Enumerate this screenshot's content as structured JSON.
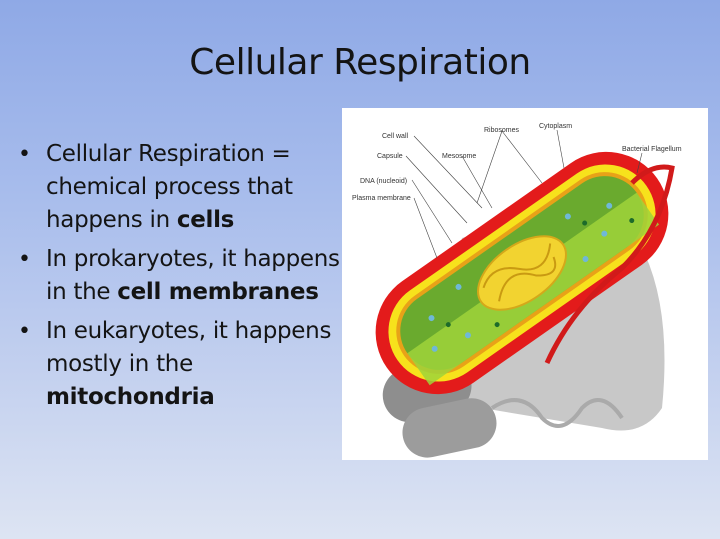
{
  "slide": {
    "title": "Cellular Respiration",
    "bullets": [
      {
        "pre": "Cellular Respiration = chemical process that happens in ",
        "bold": "cells",
        "post": ""
      },
      {
        "pre": "In prokaryotes, it happens in the ",
        "bold": "cell membranes",
        "post": ""
      },
      {
        "pre": "In eukaryotes, it happens mostly in the ",
        "bold": "mitochondria",
        "post": ""
      }
    ],
    "bullet_glyph": "•"
  },
  "figure": {
    "labels": {
      "cell_wall": "Cell wall",
      "capsule": "Capsule",
      "dna": "DNA (nucleoid)",
      "plasma_membrane": "Plasma membrane",
      "mesosome": "Mesosome",
      "ribosomes": "Ribosomes",
      "cytoplasm": "Cytoplasm",
      "flagellum": "Bacterial Flagellum"
    }
  }
}
